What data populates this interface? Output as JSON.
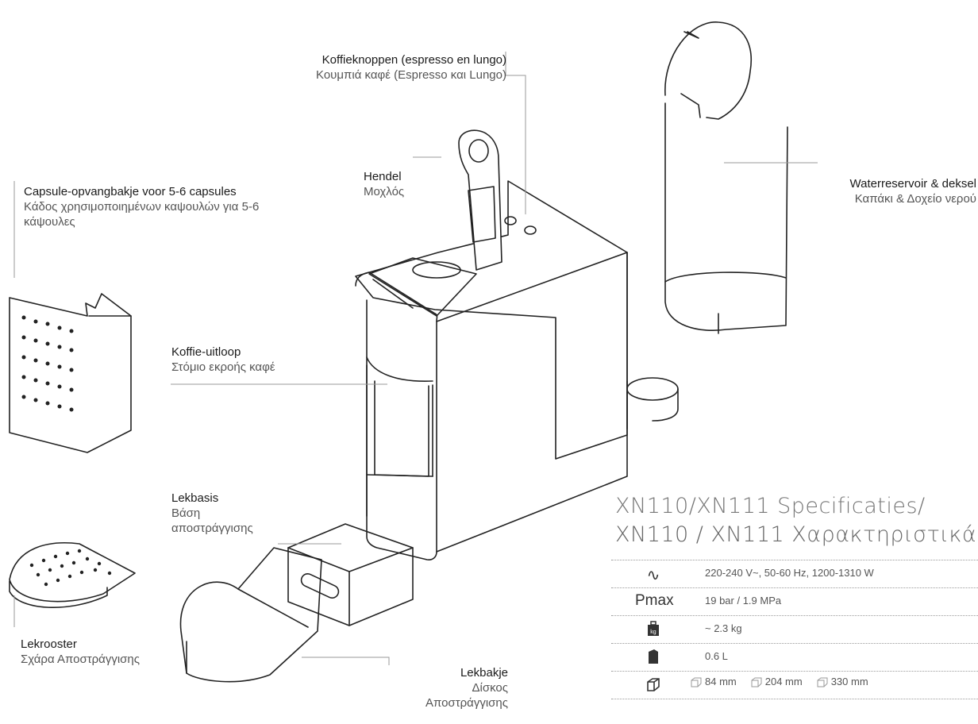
{
  "labels": {
    "buttons": {
      "nl": "Koffieknoppen (espresso en lungo)",
      "gr": "Κουμπιά καφέ (Espresso και Lungo)"
    },
    "handle": {
      "nl": "Hendel",
      "gr": "Μοχλός"
    },
    "water": {
      "nl": "Waterreservoir & deksel",
      "gr": "Καπάκι & Δοχείο νερού"
    },
    "capsule": {
      "nl": "Capsule-opvangbakje voor 5-6 capsules",
      "gr1": "Κάδος χρησιμοποιημένων καψουλών για 5-6",
      "gr2": "κάψουλες"
    },
    "outlet": {
      "nl": "Koffie-uitloop",
      "gr": "Στόμιο εκροής καφέ"
    },
    "dripbase": {
      "nl": "Lekbasis",
      "gr1": "Βάση",
      "gr2": "αποστράγγισης"
    },
    "grid": {
      "nl": "Lekrooster",
      "gr": "Σχάρα Αποστράγγισης"
    },
    "tray": {
      "nl": "Lekbakje",
      "gr1": "Δίσκος",
      "gr2": "Αποστράγγισης"
    }
  },
  "spec": {
    "title1": "XN110/XN111 Specificaties/",
    "title2": "XN110 / XN111 Χαρακτηριστικά",
    "power": "220-240 V~, 50-60 Hz, 1200-1310 W",
    "pmax_label": "Pmax",
    "pressure": "19 bar / 1.9 MPa",
    "weight": "~ 2.3 kg",
    "volume": "0.6 L",
    "width": "84 mm",
    "height": "204 mm",
    "depth": "330 mm",
    "icons": [
      "ac-wave-icon",
      "weight-icon",
      "water-tank-icon",
      "dimensions-icon"
    ]
  }
}
